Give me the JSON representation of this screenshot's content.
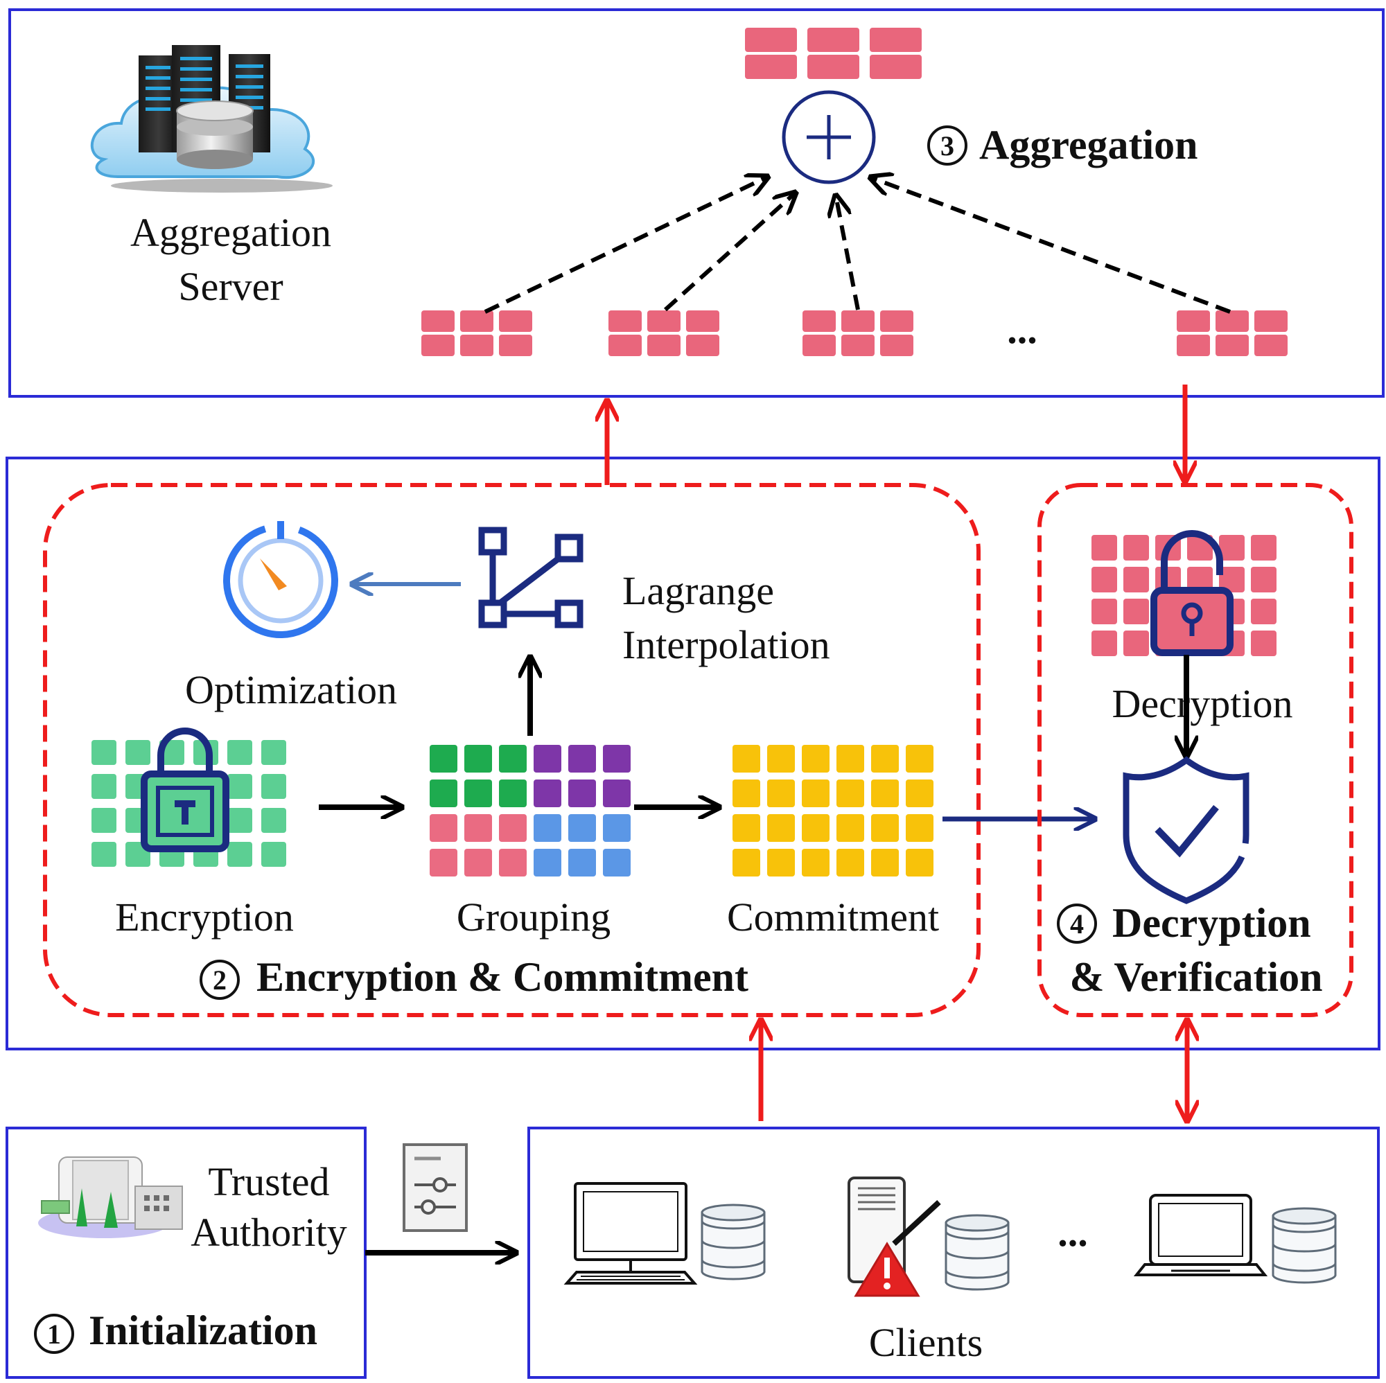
{
  "colors": {
    "panel_border": "#2b2bd6",
    "dashed_red": "#ee1c1c",
    "red_arrow": "#ee1c1c",
    "pink_block": "#e9667c",
    "green_block": "#5ccf93",
    "group_green": "#1eab4f",
    "group_purple": "#7e36a8",
    "group_pink": "#ea6b82",
    "group_blue": "#5b97e6",
    "yellow_block": "#f8c20a",
    "navy": "#1b2b80",
    "blue_arrow": "#4d7bbf",
    "timer_blue": "#2f76ee",
    "timer_orange": "#f28a21",
    "warning_red": "#e32222"
  },
  "aggregation_panel": {
    "server_label_1": "Aggregation",
    "server_label_2": "Server",
    "step_number": "③",
    "step_title": "Aggregation",
    "ellipsis": "...",
    "icons": [
      "cloud-server-icon",
      "plus-circle-icon"
    ]
  },
  "encryption_panel": {
    "optimization_label": "Optimization",
    "lagrange_label_1": "Lagrange",
    "lagrange_label_2": "Interpolation",
    "encryption_label": "Encryption",
    "grouping_label": "Grouping",
    "commitment_label": "Commitment",
    "step_number": "②",
    "step_title": "Encryption & Commitment",
    "icons": [
      "timer-icon",
      "graph-network-icon",
      "lock-icon"
    ]
  },
  "decryption_panel": {
    "decryption_label": "Decryption",
    "step_number": "④",
    "step_title_1": "Decryption",
    "step_title_2": "& Verification",
    "icons": [
      "unlock-icon",
      "shield-check-icon"
    ]
  },
  "init_panel": {
    "authority_label_1": "Trusted",
    "authority_label_2": "Authority",
    "step_number": "①",
    "step_title": "Initialization",
    "icons": [
      "building-icon",
      "settings-sliders-icon"
    ]
  },
  "clients_panel": {
    "label": "Clients",
    "ellipsis": "...",
    "icons": [
      "desktop-computer-icon",
      "database-icon",
      "phone-warning-icon",
      "laptop-icon"
    ]
  }
}
